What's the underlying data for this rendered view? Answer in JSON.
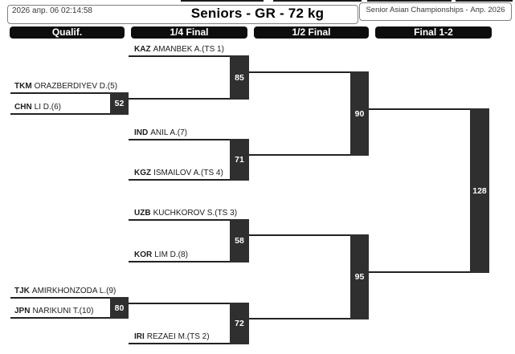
{
  "header": {
    "datetime": "2026 апр. 06 02:14:58",
    "title": "Seniors - GR - 72 kg",
    "event": "Senior Asian Championships - Апр. 2026"
  },
  "columns": {
    "qualif": "Qualif.",
    "quarter": "1/4 Final",
    "semi": "1/2 Final",
    "final": "Final 1-2"
  },
  "entries": {
    "kaz": {
      "country": "KAZ",
      "name": "AMANBEK A.(TS 1)"
    },
    "tkm": {
      "country": "TKM",
      "name": "ORAZBERDIYEV D.(5)"
    },
    "chn": {
      "country": "CHN",
      "name": "LI D.(6)"
    },
    "ind": {
      "country": "IND",
      "name": "ANIL A.(7)"
    },
    "kgz": {
      "country": "KGZ",
      "name": "ISMAILOV A.(TS 4)"
    },
    "uzb": {
      "country": "UZB",
      "name": "KUCHKOROV S.(TS 3)"
    },
    "kor": {
      "country": "KOR",
      "name": "LIM D.(8)"
    },
    "tjk": {
      "country": "TJK",
      "name": "AMIRKHONZODA L.(9)"
    },
    "jpn": {
      "country": "JPN",
      "name": "NARIKUNI T.(10)"
    },
    "iri": {
      "country": "IRI",
      "name": "REZAEI M.(TS 2)"
    }
  },
  "matches": {
    "q1": "52",
    "q2": "80",
    "qf1": "85",
    "qf2": "71",
    "qf3": "58",
    "qf4": "72",
    "sf1": "90",
    "sf2": "95",
    "final": "128"
  }
}
